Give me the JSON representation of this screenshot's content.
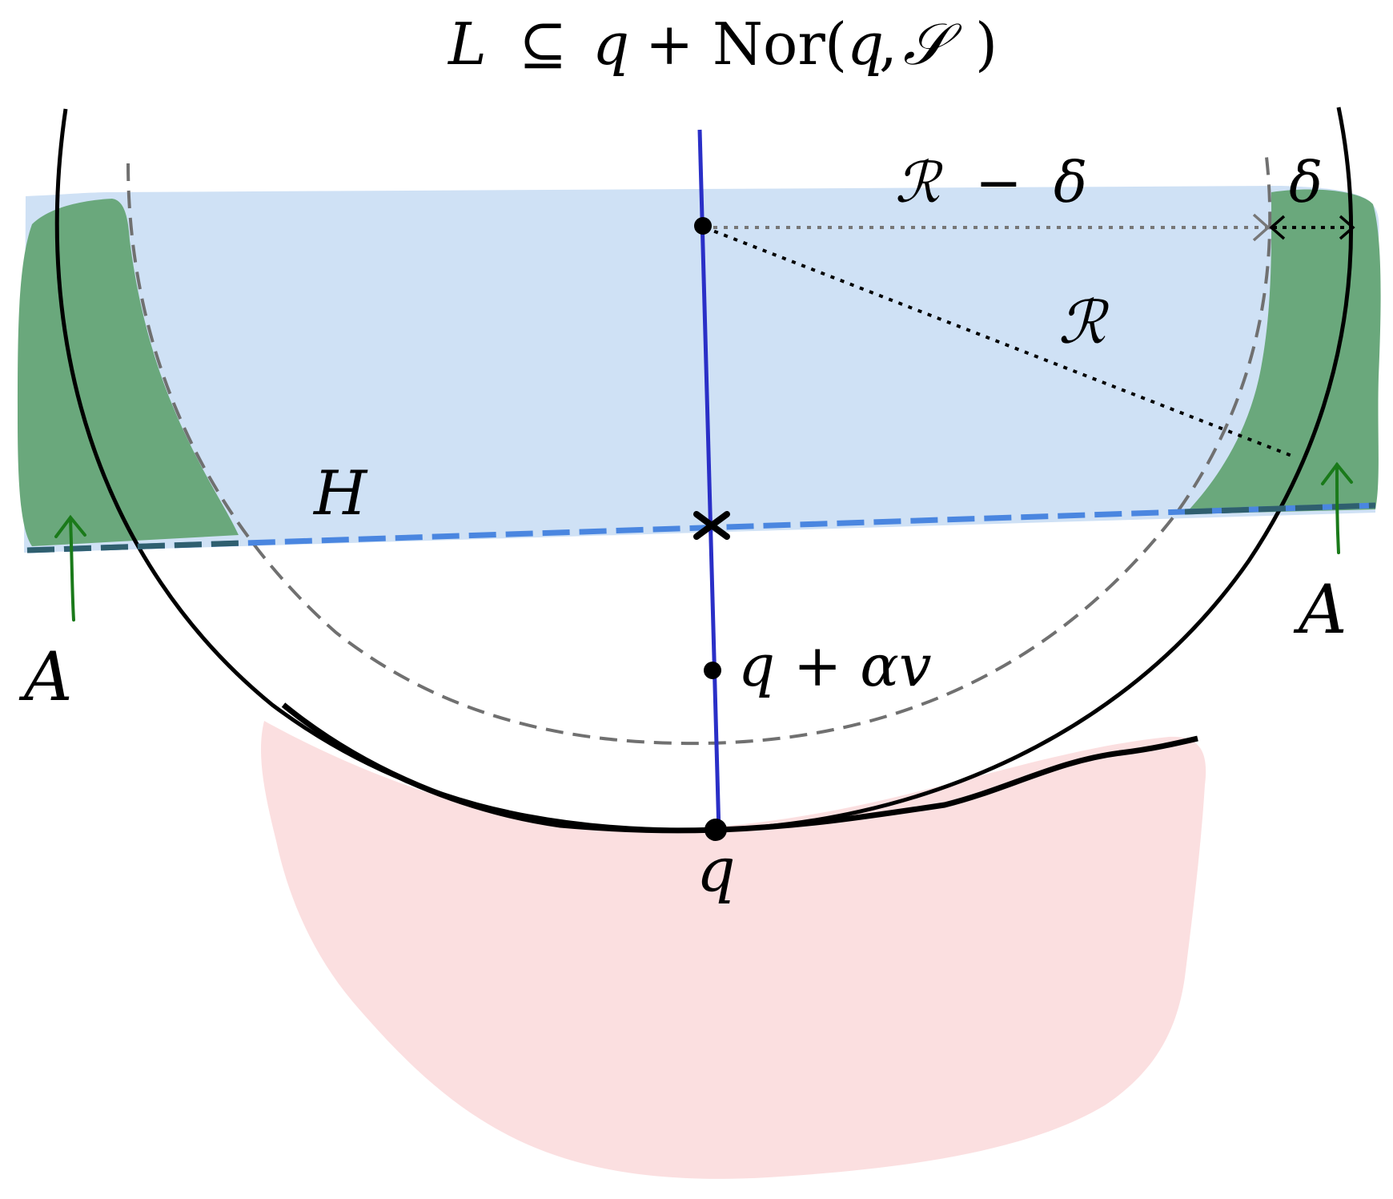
{
  "labels": {
    "title_L": "L",
    "title_subseteq": "⊆",
    "title_q": "q",
    "title_plus": "+",
    "title_nor": "Nor",
    "title_open": "(",
    "title_q2": "q",
    "title_comma": ",",
    "title_S": "𝒮",
    "title_close": ")",
    "R_minus_delta_R": "ℛ",
    "R_minus_delta_minus": "−",
    "R_minus_delta_delta": "δ",
    "delta": "δ",
    "R": "ℛ",
    "H": "H",
    "A_left": "A",
    "A_right": "A",
    "point_q": "q",
    "q_plus_alpha_v": "q + αv"
  },
  "colors": {
    "band_fill": "#cfe1f5",
    "set_A_fill": "#6aa87c",
    "lower_region_fill": "#fbdfe0",
    "normal_line": "#2a2fc7",
    "hyperplane": "#4a86e0",
    "hyperplane_over_green": "#2f5f6f",
    "inner_ball_dashed": "#707070",
    "arrow_green": "#1a7a1a",
    "outline": "#000000"
  },
  "icons": {
    "center_marker": "cross-marker",
    "points": "dot-marker"
  }
}
